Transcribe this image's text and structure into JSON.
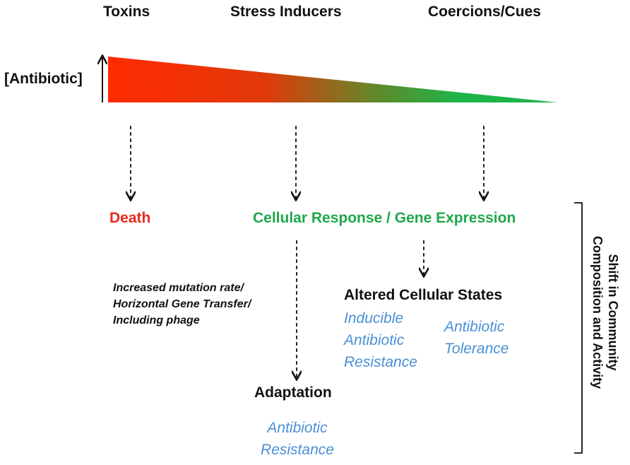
{
  "header": {
    "toxins": "Toxins",
    "stress_inducers": "Stress Inducers",
    "coercions_cues": "Coercions/Cues"
  },
  "gradient": {
    "axis_label": "[Antibiotic]",
    "color_high": "#ff2a00",
    "color_low": "#1db54a"
  },
  "outcomes": {
    "death": "Death",
    "cellular_response": "Cellular Response / Gene Expression",
    "death_color": "#e8281e",
    "response_color": "#1fa84a"
  },
  "mechanisms": {
    "lines": [
      "Increased mutation rate/",
      "Horizontal Gene Transfer/",
      "Including phage"
    ]
  },
  "altered_states": {
    "title": "Altered Cellular States",
    "inducible": [
      "Inducible",
      "Antibiotic",
      "Resistance"
    ],
    "tolerance": [
      "Antibiotic",
      "Tolerance"
    ]
  },
  "adaptation": {
    "title": "Adaptation",
    "resistance": [
      "Antibiotic",
      "Resistance"
    ]
  },
  "side_label": {
    "lines": [
      "Shift in Community",
      "Composition and Activity"
    ]
  },
  "colors": {
    "blue_text": "#4a8fd6"
  }
}
